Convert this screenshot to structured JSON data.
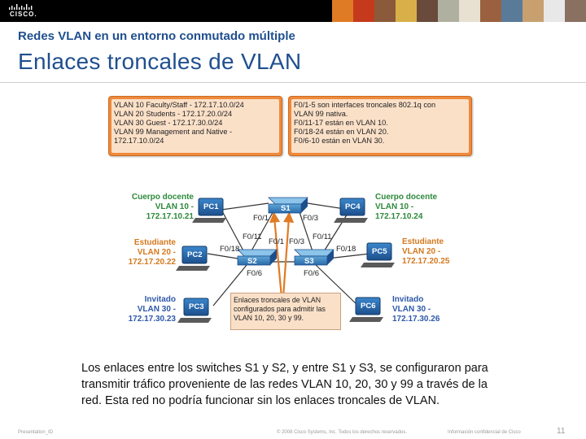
{
  "header": {
    "logo_text": "CISCO.",
    "subtitle": "Redes VLAN en un entorno conmutado múltiple",
    "title": "Enlaces troncales de VLAN",
    "photo_colors": [
      "#e07b25",
      "#c53a1c",
      "#8a5a3a",
      "#d8b04a",
      "#6a4a3a",
      "#b0b0a0",
      "#e8e0d0",
      "#9a6040",
      "#5a7a9a",
      "#c8a070",
      "#e8e8e8",
      "#8a7060"
    ]
  },
  "info_left": {
    "lines": [
      "VLAN 10 Faculty/Staff - 172.17.10.0/24",
      "VLAN 20 Students - 172.17.20.0/24",
      "VLAN 30 Guest - 172.17.30.0/24",
      "VLAN 99 Management and Native -",
      "172.17.10.0/24"
    ]
  },
  "info_right": {
    "lines": [
      "F0/1-5 son interfaces troncales 802.1q con",
      "VLAN 99 nativa.",
      "F0/11-17 están en VLAN 10.",
      "F0/18-24 están en VLAN 20.",
      "F0/6-10 están en VLAN 30."
    ]
  },
  "diagram": {
    "switches": [
      "S1",
      "S2",
      "S3"
    ],
    "pcs": [
      "PC1",
      "PC2",
      "PC3",
      "PC4",
      "PC5",
      "PC6"
    ],
    "ports": {
      "s1_left": "F0/1",
      "s1_right": "F0/3",
      "s2_up": "F0/11",
      "s2_trunk": "F0/1",
      "s2_left": "F0/18",
      "s2_down": "F0/6",
      "s3_trunk": "F0/3",
      "s3_up": "F0/11",
      "s3_right": "F0/18",
      "s3_down": "F0/6"
    },
    "groups": {
      "faculty_left": [
        "Cuerpo docente",
        "VLAN 10 -",
        "172.17.10.21"
      ],
      "faculty_right": [
        "Cuerpo docente",
        "VLAN 10 -",
        "172.17.10.24"
      ],
      "student_left": [
        "Estudiante",
        "VLAN 20 -",
        "172.17.20.22"
      ],
      "student_right": [
        "Estudiante",
        "VLAN 20 -",
        "172.17.20.25"
      ],
      "guest_left": [
        "Invitado",
        "VLAN 30 -",
        "172.17.30.23"
      ],
      "guest_right": [
        "Invitado",
        "VLAN 30 -",
        "172.17.30.26"
      ]
    },
    "callout": [
      "Enlaces troncales de VLAN",
      "configurados para admitir las",
      "VLAN 10, 20, 30 y 99."
    ],
    "colors": {
      "faculty": "#2d8a3a",
      "student": "#d4781e",
      "guest": "#2e58a8",
      "trunk": "#e07b25"
    }
  },
  "body": {
    "lines": [
      "Los enlaces entre los switches S1 y S2, y entre S1 y S3, se configuraron para",
      "transmitir tráfico proveniente de las redes VLAN 10, 20, 30 y 99 a través de la",
      "red. Esta red no podría funcionar sin los enlaces troncales de VLAN."
    ]
  },
  "footer": {
    "left": "Presentation_ID",
    "center": "© 2008 Cisco Systems, Inc. Todos los derechos reservados.",
    "right": "Información confidencial de Cisco",
    "page": "11"
  }
}
